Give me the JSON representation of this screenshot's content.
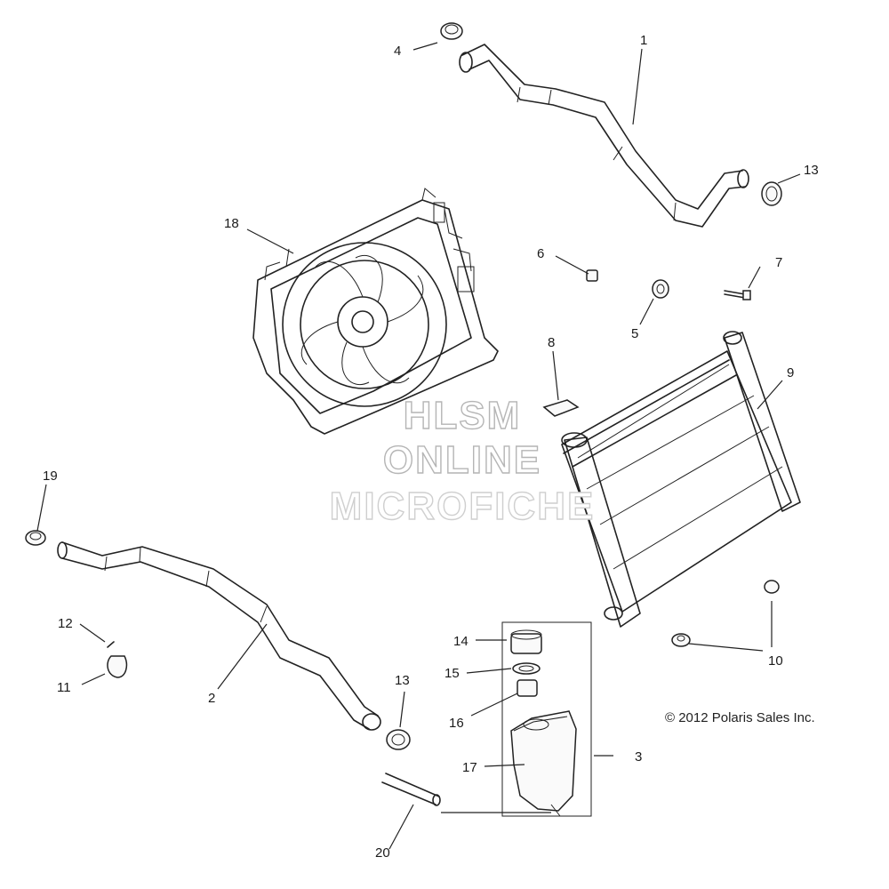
{
  "diagram": {
    "callouts": [
      {
        "id": "c1",
        "text": "1"
      },
      {
        "id": "c2",
        "text": "2"
      },
      {
        "id": "c3",
        "text": "3"
      },
      {
        "id": "c4",
        "text": "4"
      },
      {
        "id": "c5",
        "text": "5"
      },
      {
        "id": "c6",
        "text": "6"
      },
      {
        "id": "c7",
        "text": "7"
      },
      {
        "id": "c8",
        "text": "8"
      },
      {
        "id": "c9",
        "text": "9"
      },
      {
        "id": "c10",
        "text": "10"
      },
      {
        "id": "c11",
        "text": "11"
      },
      {
        "id": "c12",
        "text": "12"
      },
      {
        "id": "c13a",
        "text": "13"
      },
      {
        "id": "c13b",
        "text": "13"
      },
      {
        "id": "c14",
        "text": "14"
      },
      {
        "id": "c15",
        "text": "15"
      },
      {
        "id": "c16",
        "text": "16"
      },
      {
        "id": "c17",
        "text": "17"
      },
      {
        "id": "c18",
        "text": "18"
      },
      {
        "id": "c19",
        "text": "19"
      },
      {
        "id": "c20",
        "text": "20"
      }
    ],
    "copyright": "© 2012 Polaris Sales Inc.",
    "watermark": {
      "line1": "HLSM",
      "line2": "ONLINE",
      "line3": "MICROFICHE"
    }
  }
}
